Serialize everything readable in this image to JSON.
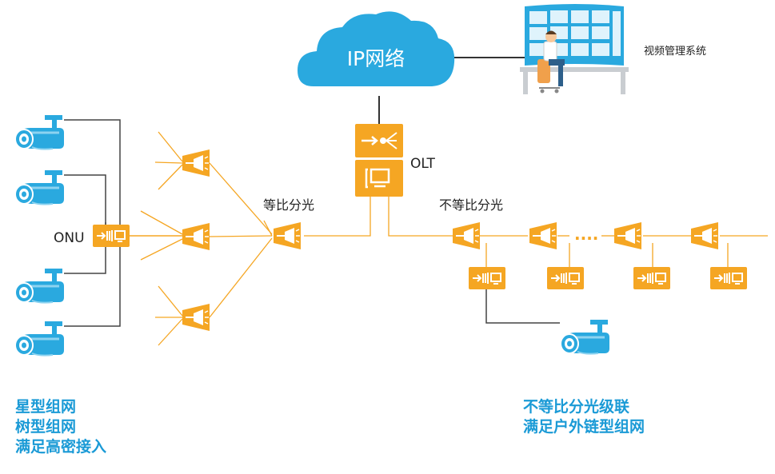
{
  "cloud_label": "IP网络",
  "monitor_label": "视频管理系统",
  "olt_label": "OLT",
  "onu_label": "ONU",
  "equal_split_label": "等比分光",
  "unequal_split_label": "不等比分光",
  "dots": "....",
  "left_caption": [
    "星型组网",
    "树型组网",
    "满足高密接入"
  ],
  "right_caption": [
    "不等比分光级联",
    "满足户外链型组网"
  ],
  "colors": {
    "orange": "#f5a623",
    "blue": "#1a9ad6",
    "camera": "#2aa9df",
    "line_dark": "#333333"
  },
  "icons": [
    "cloud-icon",
    "olt-icon",
    "onu-icon",
    "splitter-icon",
    "camera-icon",
    "video-wall-icon",
    "operator-icon"
  ]
}
